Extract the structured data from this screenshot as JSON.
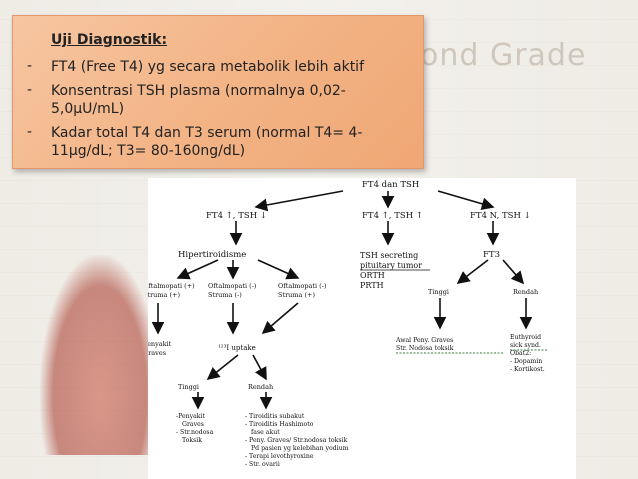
{
  "background": {
    "watermark_text": "ond Grade"
  },
  "callout": {
    "title": "Uji Diagnostik:",
    "bullets": [
      {
        "marker": "-",
        "lines": [
          "FT4 (Free T4) yg secara metabolik lebih aktif"
        ]
      },
      {
        "marker": "-",
        "lines": [
          "Konsentrasi TSH plasma (normalnya 0,02-",
          "5,0µU/mL)"
        ]
      },
      {
        "marker": "-",
        "lines": [
          "Kadar total T4 dan T3 serum (normal T4= 4-",
          "11µg/dL; T3= 80-160ng/dL)"
        ]
      }
    ]
  },
  "diagram": {
    "root": "FT4 dan TSH",
    "level1": {
      "left": "FT4 ↑, TSH ↓",
      "mid": "FT4 ↑, TSH ↑",
      "right": "FT4 N, TSH ↓"
    },
    "hyper": "Hipertiroidisme",
    "oft": [
      [
        "Oftalmopati (+)",
        "Struma (+)"
      ],
      [
        "Oftalmopati (-)",
        "Struma (-)"
      ],
      [
        "Oftalmopati (-)",
        "Struma (+)"
      ]
    ],
    "graves": [
      "Penyakit",
      "Graves"
    ],
    "uptake": "¹²³I uptake",
    "tinggi": "Tinggi",
    "rendah": "Rendah",
    "tinggi_list": [
      "-Penyakit",
      "Graves",
      "- Str.nodosa",
      "Toksik"
    ],
    "rendah_list": [
      "- Tiroiditis subakut",
      "- Tiroiditis Hashimoto",
      "fase akut",
      "- Peny. Graves/ Str.nodosa toksik",
      "Pd pasien yg kelebihan yodium",
      "- Terapi levothyroxine",
      "- Str. ovarii"
    ],
    "tsh_list": [
      "TSH secreting",
      "pituitary tumor",
      "ORTH",
      "PRTH"
    ],
    "ft3": "FT3",
    "ft3_tinggi": "Tinggi",
    "ft3_rendah": "Rendah",
    "awal": [
      "Awal Peny. Graves",
      "Str. Nodosa toksik"
    ],
    "euthy": [
      "Euthyroid",
      "sick synd.",
      "Obat2:",
      "- Dopamin",
      "- Kortikost."
    ]
  }
}
